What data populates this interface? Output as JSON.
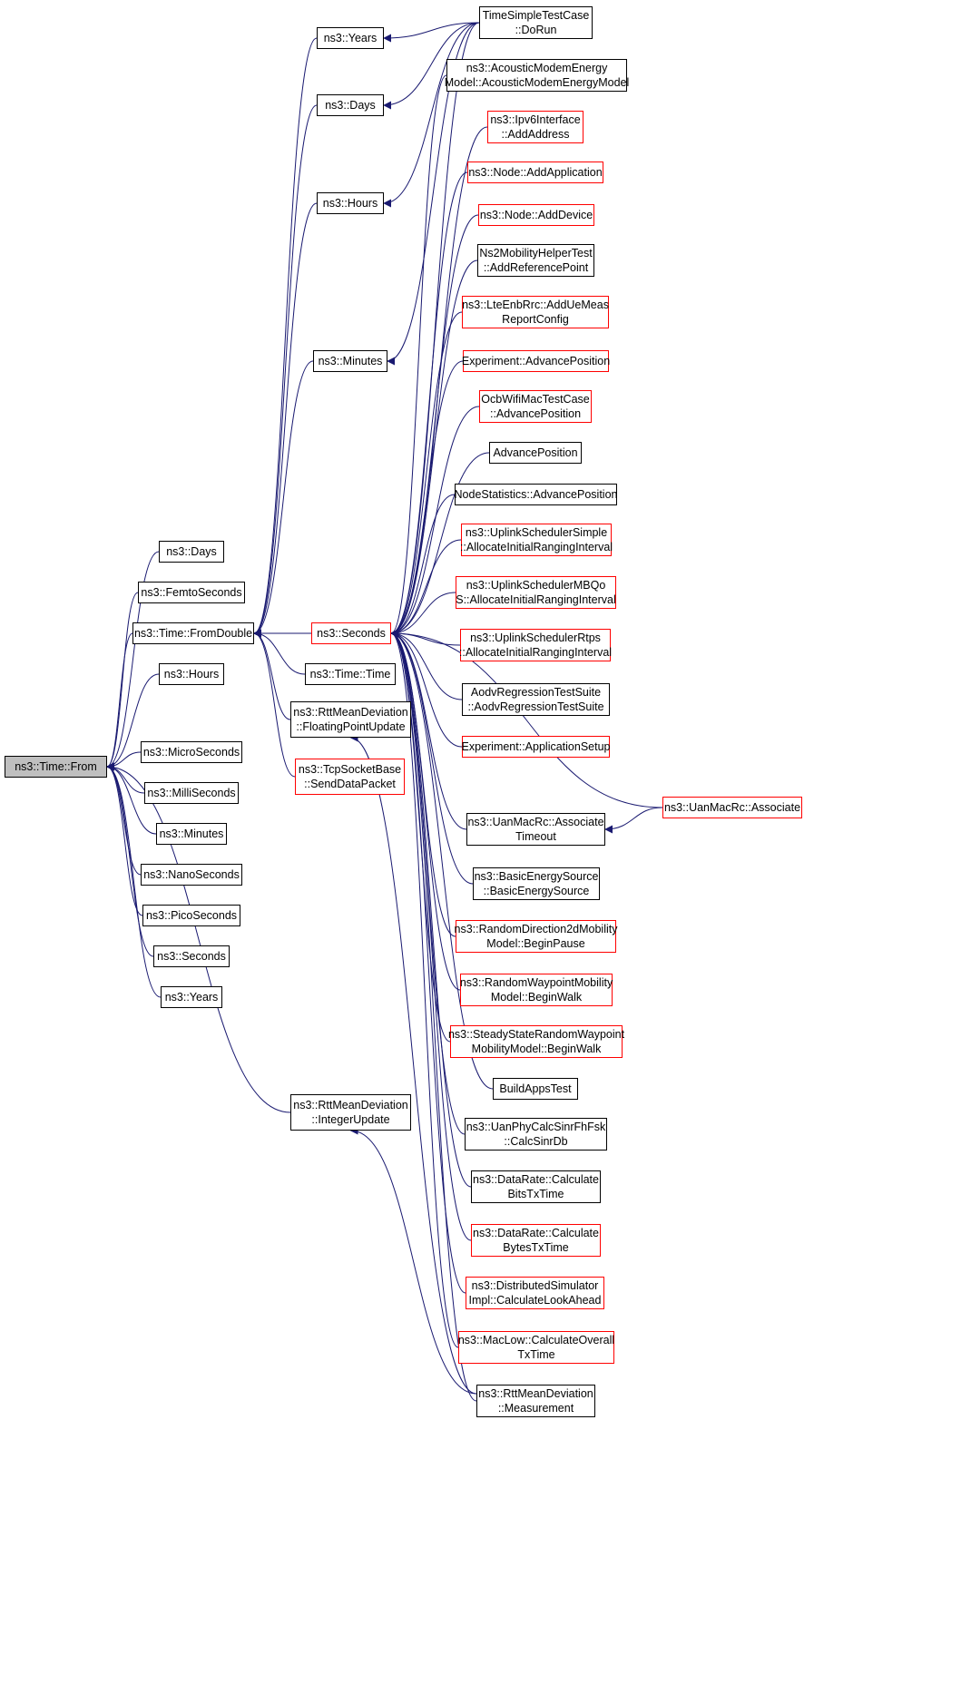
{
  "colors": {
    "edge": "#191970",
    "border_default": "#000000",
    "border_red": "#ff0000",
    "root_fill": "#bfbfbf"
  },
  "nodes": [
    {
      "id": "from",
      "label": "ns3::Time::From",
      "border": "black",
      "root": true
    },
    {
      "id": "days_l",
      "label": "ns3::Days",
      "border": "black"
    },
    {
      "id": "femto",
      "label": "ns3::FemtoSeconds",
      "border": "black"
    },
    {
      "id": "fromdouble",
      "label": "ns3::Time::FromDouble",
      "border": "black"
    },
    {
      "id": "hours_l",
      "label": "ns3::Hours",
      "border": "black"
    },
    {
      "id": "micro",
      "label": "ns3::MicroSeconds",
      "border": "black"
    },
    {
      "id": "milli",
      "label": "ns3::MilliSeconds",
      "border": "black"
    },
    {
      "id": "minutes_l",
      "label": "ns3::Minutes",
      "border": "black"
    },
    {
      "id": "nano",
      "label": "ns3::NanoSeconds",
      "border": "black"
    },
    {
      "id": "pico",
      "label": "ns3::PicoSeconds",
      "border": "black"
    },
    {
      "id": "seconds_l",
      "label": "ns3::Seconds",
      "border": "black"
    },
    {
      "id": "years_l",
      "label": "ns3::Years",
      "border": "black"
    },
    {
      "id": "years_m",
      "label": "ns3::Years",
      "border": "black"
    },
    {
      "id": "days_m",
      "label": "ns3::Days",
      "border": "black"
    },
    {
      "id": "hours_m",
      "label": "ns3::Hours",
      "border": "black"
    },
    {
      "id": "minutes_m",
      "label": "ns3::Minutes",
      "border": "black"
    },
    {
      "id": "seconds_m",
      "label": "ns3::Seconds",
      "border": "red"
    },
    {
      "id": "timetime",
      "label": "ns3::Time::Time",
      "border": "black"
    },
    {
      "id": "rtt_fp",
      "label": "ns3::RttMeanDeviation\n::FloatingPointUpdate",
      "border": "black"
    },
    {
      "id": "tcp_send",
      "label": "ns3::TcpSocketBase\n::SendDataPacket",
      "border": "red"
    },
    {
      "id": "rtt_int",
      "label": "ns3::RttMeanDeviation\n::IntegerUpdate",
      "border": "black"
    },
    {
      "id": "r0",
      "label": "TimeSimpleTestCase\n::DoRun",
      "border": "black"
    },
    {
      "id": "r1",
      "label": "ns3::AcousticModemEnergy\nModel::AcousticModemEnergyModel",
      "border": "black"
    },
    {
      "id": "r2",
      "label": "ns3::Ipv6Interface\n::AddAddress",
      "border": "red"
    },
    {
      "id": "r3",
      "label": "ns3::Node::AddApplication",
      "border": "red"
    },
    {
      "id": "r4",
      "label": "ns3::Node::AddDevice",
      "border": "red"
    },
    {
      "id": "r5",
      "label": "Ns2MobilityHelperTest\n::AddReferencePoint",
      "border": "black"
    },
    {
      "id": "r6",
      "label": "ns3::LteEnbRrc::AddUeMeas\nReportConfig",
      "border": "red"
    },
    {
      "id": "r7",
      "label": "Experiment::AdvancePosition",
      "border": "red"
    },
    {
      "id": "r8",
      "label": "OcbWifiMacTestCase\n::AdvancePosition",
      "border": "red"
    },
    {
      "id": "r9",
      "label": "AdvancePosition",
      "border": "black"
    },
    {
      "id": "r10",
      "label": "NodeStatistics::AdvancePosition",
      "border": "black"
    },
    {
      "id": "r11",
      "label": "ns3::UplinkSchedulerSimple\n::AllocateInitialRangingInterval",
      "border": "red"
    },
    {
      "id": "r12",
      "label": "ns3::UplinkSchedulerMBQo\nS::AllocateInitialRangingInterval",
      "border": "red"
    },
    {
      "id": "r13",
      "label": "ns3::UplinkSchedulerRtps\n::AllocateInitialRangingInterval",
      "border": "red"
    },
    {
      "id": "r14",
      "label": "AodvRegressionTestSuite\n::AodvRegressionTestSuite",
      "border": "black"
    },
    {
      "id": "r15",
      "label": "Experiment::ApplicationSetup",
      "border": "red"
    },
    {
      "id": "r16",
      "label": "ns3::UanMacRc::Associate\nTimeout",
      "border": "black"
    },
    {
      "id": "r17",
      "label": "ns3::BasicEnergySource\n::BasicEnergySource",
      "border": "black"
    },
    {
      "id": "r18",
      "label": "ns3::RandomDirection2dMobility\nModel::BeginPause",
      "border": "red"
    },
    {
      "id": "r19",
      "label": "ns3::RandomWaypointMobility\nModel::BeginWalk",
      "border": "red"
    },
    {
      "id": "r20",
      "label": "ns3::SteadyStateRandomWaypoint\nMobilityModel::BeginWalk",
      "border": "red"
    },
    {
      "id": "r21",
      "label": "BuildAppsTest",
      "border": "black"
    },
    {
      "id": "r22",
      "label": "ns3::UanPhyCalcSinrFhFsk\n::CalcSinrDb",
      "border": "black"
    },
    {
      "id": "r23",
      "label": "ns3::DataRate::Calculate\nBitsTxTime",
      "border": "black"
    },
    {
      "id": "r24",
      "label": "ns3::DataRate::Calculate\nBytesTxTime",
      "border": "red"
    },
    {
      "id": "r25",
      "label": "ns3::DistributedSimulator\nImpl::CalculateLookAhead",
      "border": "red"
    },
    {
      "id": "r26",
      "label": "ns3::MacLow::CalculateOverall\nTxTime",
      "border": "red"
    },
    {
      "id": "r27",
      "label": "ns3::RttMeanDeviation\n::Measurement",
      "border": "black"
    },
    {
      "id": "assoc",
      "label": "ns3::UanMacRc::Associate",
      "border": "red"
    }
  ],
  "edges": [
    [
      "days_l",
      "from"
    ],
    [
      "femto",
      "from"
    ],
    [
      "fromdouble",
      "from"
    ],
    [
      "hours_l",
      "from"
    ],
    [
      "micro",
      "from"
    ],
    [
      "milli",
      "from"
    ],
    [
      "minutes_l",
      "from"
    ],
    [
      "nano",
      "from"
    ],
    [
      "pico",
      "from"
    ],
    [
      "seconds_l",
      "from"
    ],
    [
      "years_l",
      "from"
    ],
    [
      "rtt_int",
      "from"
    ],
    [
      "years_m",
      "fromdouble"
    ],
    [
      "days_m",
      "fromdouble"
    ],
    [
      "hours_m",
      "fromdouble"
    ],
    [
      "minutes_m",
      "fromdouble"
    ],
    [
      "seconds_m",
      "fromdouble"
    ],
    [
      "timetime",
      "fromdouble"
    ],
    [
      "rtt_fp",
      "fromdouble"
    ],
    [
      "tcp_send",
      "fromdouble"
    ],
    [
      "r0",
      "years_m"
    ],
    [
      "r0",
      "days_m"
    ],
    [
      "r0",
      "hours_m"
    ],
    [
      "r0",
      "minutes_m"
    ],
    [
      "r0",
      "seconds_m"
    ],
    [
      "r1",
      "seconds_m"
    ],
    [
      "r2",
      "seconds_m"
    ],
    [
      "r3",
      "seconds_m"
    ],
    [
      "r4",
      "seconds_m"
    ],
    [
      "r5",
      "seconds_m"
    ],
    [
      "r6",
      "seconds_m"
    ],
    [
      "r7",
      "seconds_m"
    ],
    [
      "r8",
      "seconds_m"
    ],
    [
      "r9",
      "seconds_m"
    ],
    [
      "r10",
      "seconds_m"
    ],
    [
      "r11",
      "seconds_m"
    ],
    [
      "r12",
      "seconds_m"
    ],
    [
      "r13",
      "seconds_m"
    ],
    [
      "r14",
      "seconds_m"
    ],
    [
      "r15",
      "seconds_m"
    ],
    [
      "r16",
      "seconds_m"
    ],
    [
      "r17",
      "seconds_m"
    ],
    [
      "r18",
      "seconds_m"
    ],
    [
      "r19",
      "seconds_m"
    ],
    [
      "r20",
      "seconds_m"
    ],
    [
      "r21",
      "seconds_m"
    ],
    [
      "r22",
      "seconds_m"
    ],
    [
      "r23",
      "seconds_m"
    ],
    [
      "r24",
      "seconds_m"
    ],
    [
      "r25",
      "seconds_m"
    ],
    [
      "r26",
      "seconds_m"
    ],
    [
      "r27",
      "seconds_m"
    ],
    [
      "assoc",
      "seconds_m"
    ],
    [
      "assoc",
      "r16"
    ],
    [
      "r27",
      "rtt_fp"
    ],
    [
      "r27",
      "rtt_int"
    ]
  ]
}
